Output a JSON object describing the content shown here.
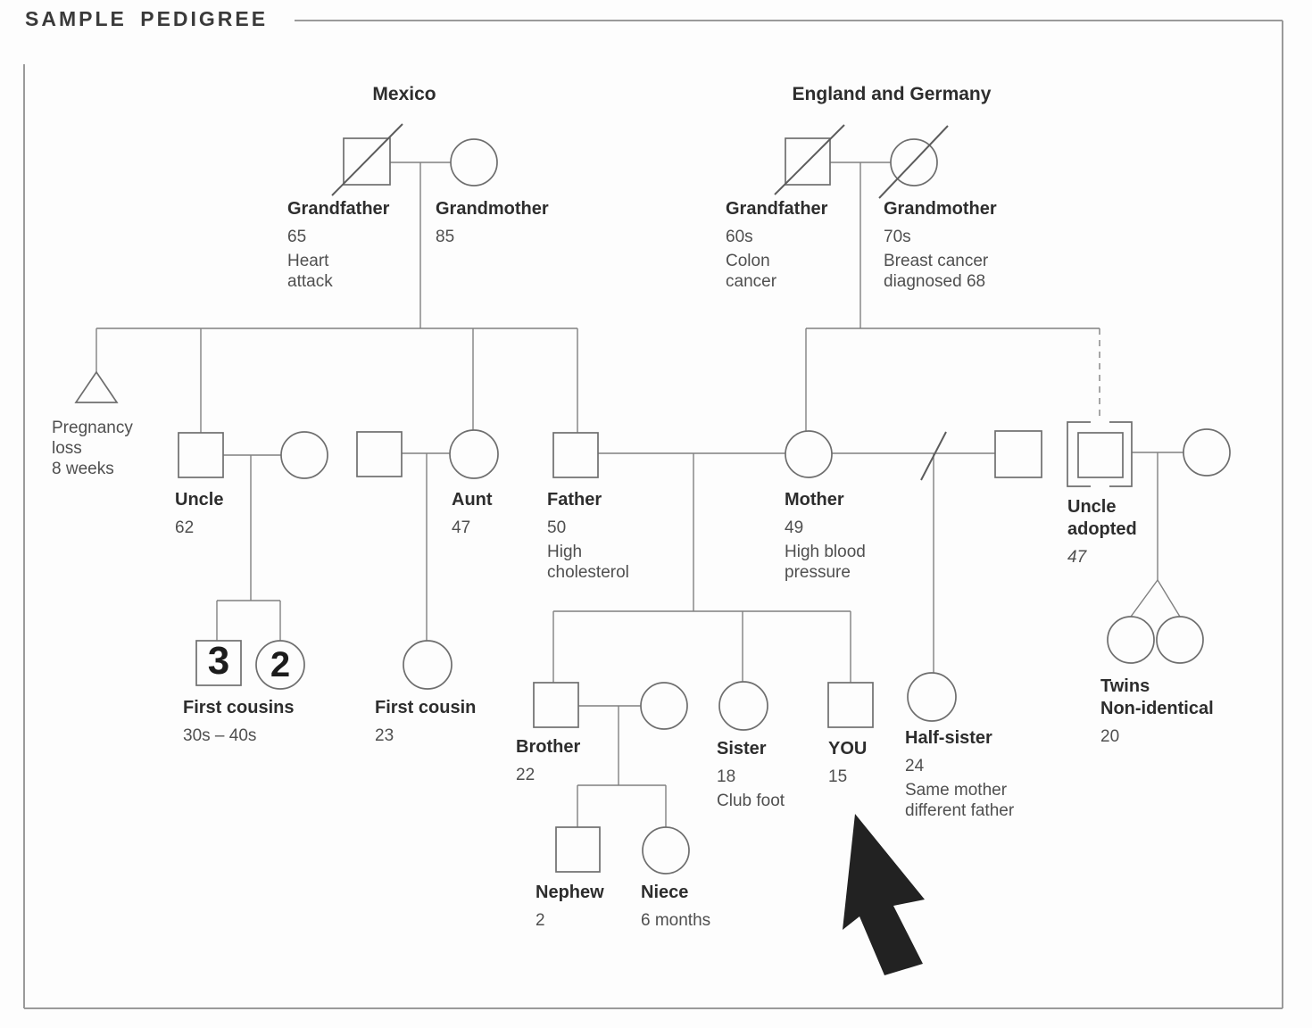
{
  "title": "SAMPLE PEDIGREE",
  "origins": {
    "left": "Mexico",
    "right": "England and Germany"
  },
  "people": {
    "mx_grandfather": {
      "name": "Grandfather",
      "details": [
        "65",
        "Heart",
        "attack"
      ]
    },
    "mx_grandmother": {
      "name": "Grandmother",
      "details": [
        "85"
      ]
    },
    "en_grandfather": {
      "name": "Grandfather",
      "details": [
        "60s",
        "Colon",
        "cancer"
      ]
    },
    "en_grandmother": {
      "name": "Grandmother",
      "details": [
        "70s",
        "Breast cancer",
        "diagnosed 68"
      ]
    },
    "pregnancy_loss": {
      "details": [
        "Pregnancy",
        "loss",
        "8 weeks"
      ]
    },
    "uncle": {
      "name": "Uncle",
      "details": [
        "62"
      ]
    },
    "aunt": {
      "name": "Aunt",
      "details": [
        "47"
      ]
    },
    "father": {
      "name": "Father",
      "details": [
        "50",
        "High",
        "cholesterol"
      ]
    },
    "mother": {
      "name": "Mother",
      "details": [
        "49",
        "High blood",
        "pressure"
      ]
    },
    "uncle_adopted": {
      "name": "Uncle",
      "name2": "adopted",
      "details": [
        "47"
      ]
    },
    "first_cousins": {
      "name": "First cousins",
      "details": [
        "30s – 40s"
      ],
      "count_square": "3",
      "count_circle": "2"
    },
    "first_cousin": {
      "name": "First cousin",
      "details": [
        "23"
      ]
    },
    "brother": {
      "name": "Brother",
      "details": [
        "22"
      ]
    },
    "sister": {
      "name": "Sister",
      "details": [
        "18",
        "Club foot"
      ]
    },
    "you": {
      "name": "YOU",
      "details": [
        "15"
      ]
    },
    "half_sister": {
      "name": "Half-sister",
      "details": [
        "24",
        "Same mother",
        "different father"
      ]
    },
    "twins": {
      "name": "Twins",
      "name2": "Non-identical",
      "details": [
        "20"
      ]
    },
    "nephew": {
      "name": "Nephew",
      "details": [
        "2"
      ]
    },
    "niece": {
      "name": "Niece",
      "details": [
        "6 months"
      ]
    }
  },
  "colors": {
    "line": "#787878",
    "shape": "#6e6e6e",
    "border": "#9a9a9a",
    "arrow": "#222222"
  }
}
